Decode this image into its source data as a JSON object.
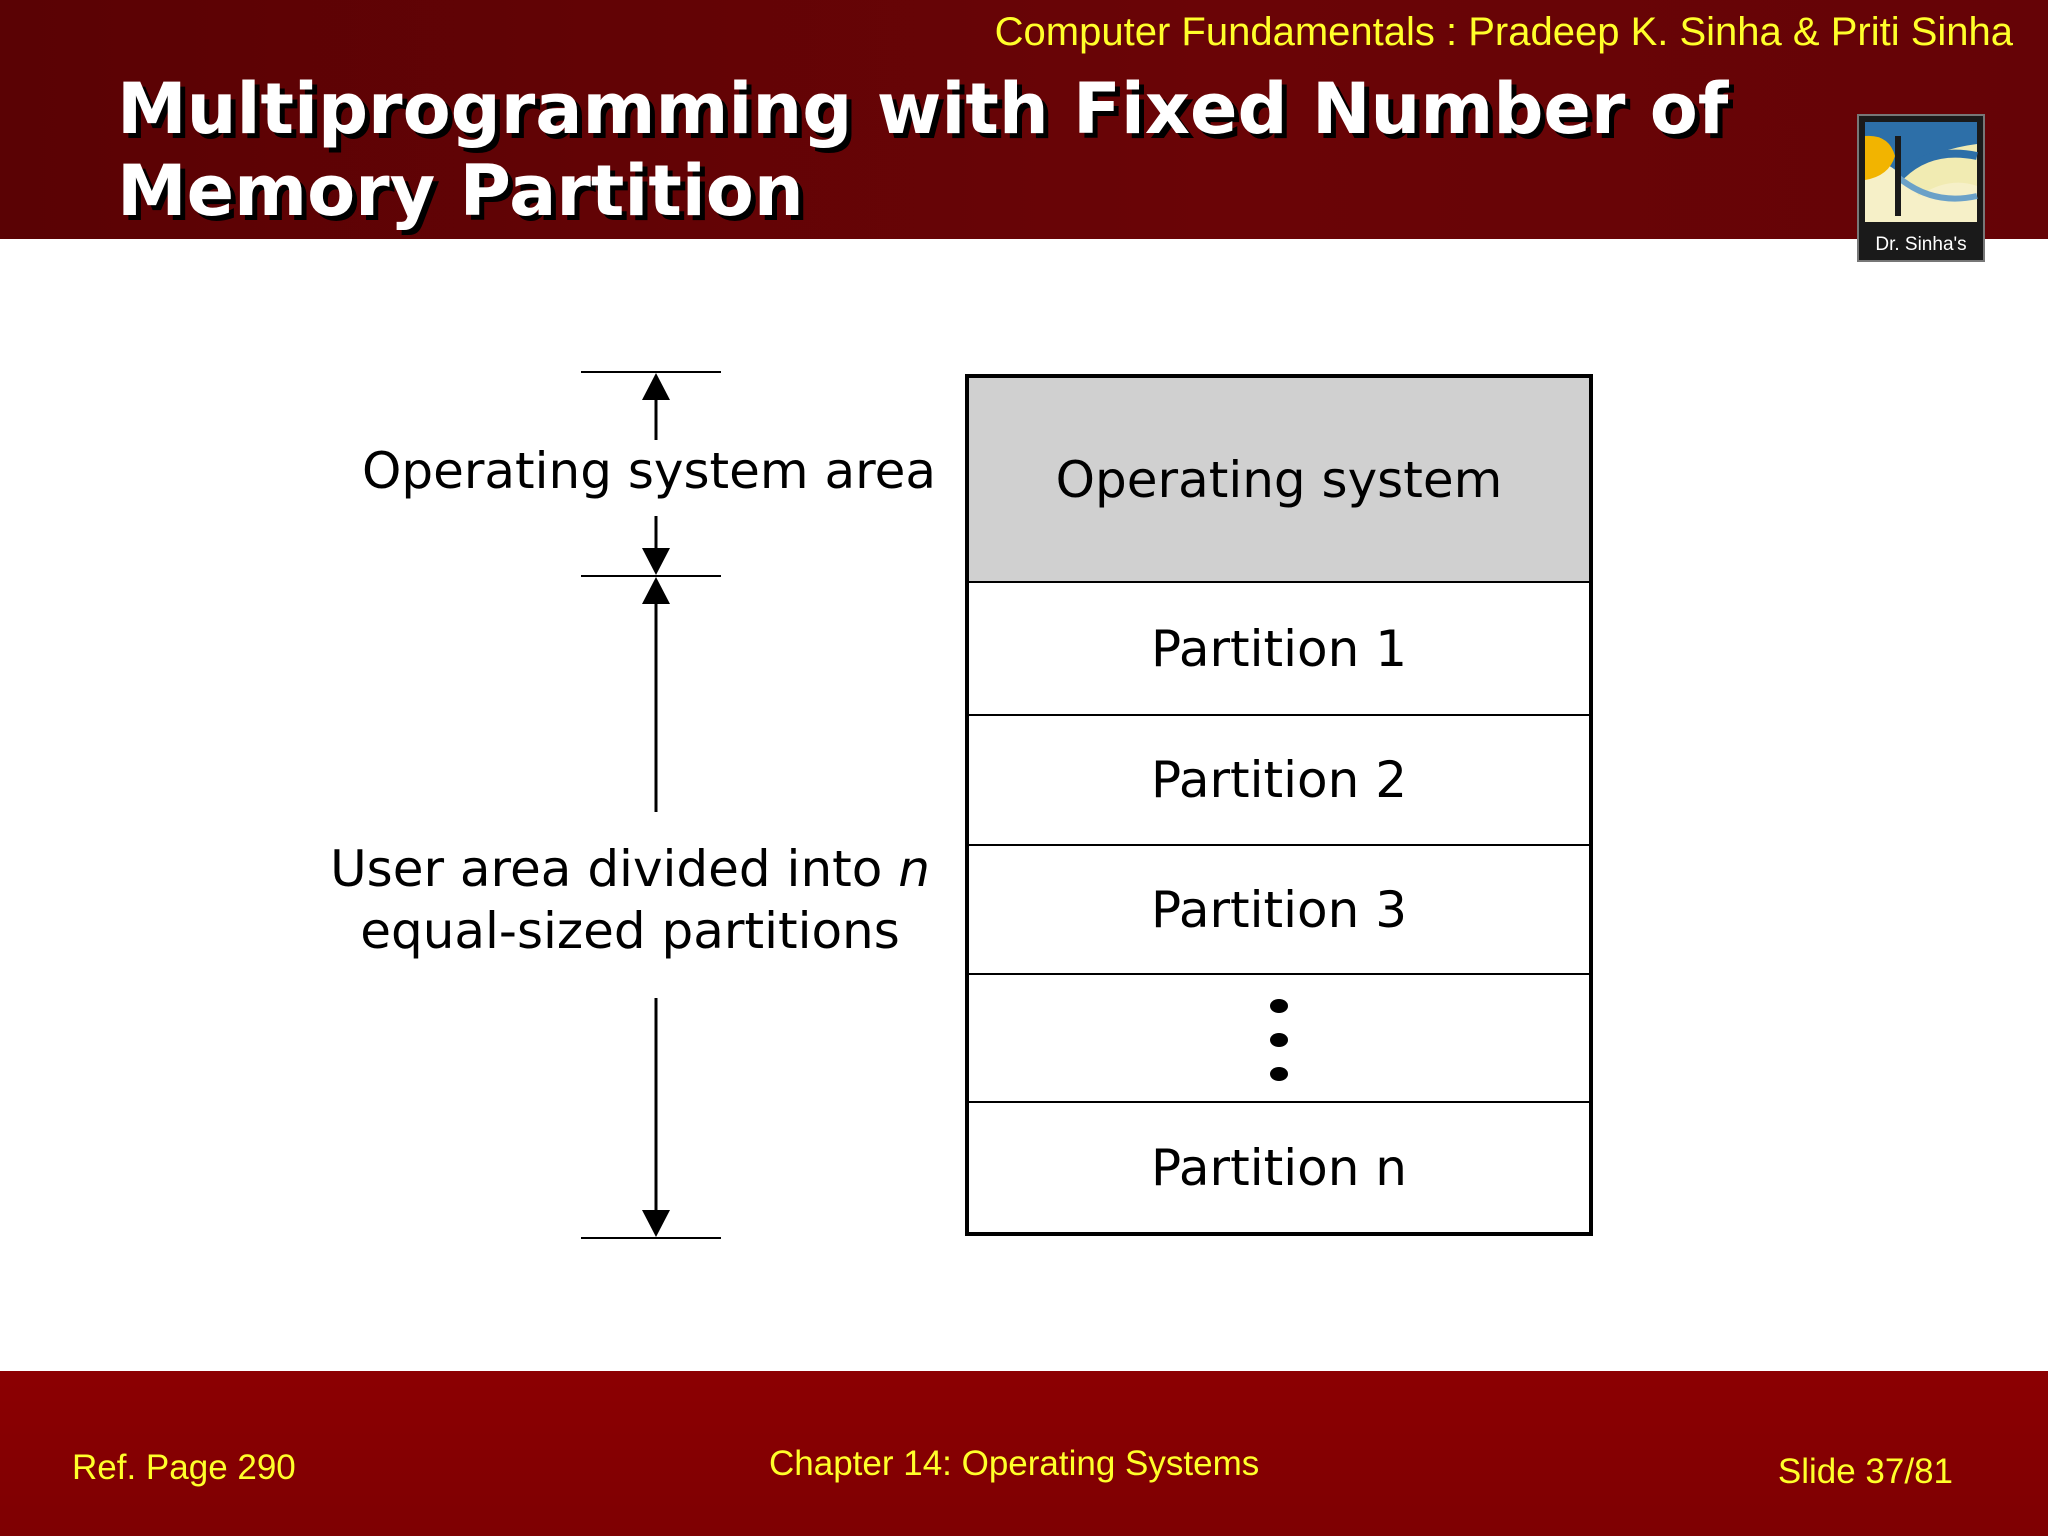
{
  "header": {
    "credit": "Computer Fundamentals : Pradeep K. Sinha & Priti Sinha",
    "title_line1": "Multiprogramming with Fixed Number of",
    "title_line2": "Memory Partition",
    "logo_text": "Dr. Sinha's"
  },
  "diagram": {
    "os_area_label": "Operating system area",
    "user_area_label_prefix": "User area divided into ",
    "user_area_label_var": "n",
    "user_area_label_line2": "equal-sized partitions",
    "blocks": [
      {
        "label": "Operating system"
      },
      {
        "label": "Partition 1"
      },
      {
        "label": "Partition 2"
      },
      {
        "label": "Partition 3"
      },
      {
        "label": ""
      },
      {
        "label": "Partition n"
      }
    ]
  },
  "footer": {
    "ref_page": "Ref. Page  290",
    "chapter": "Chapter 14: Operating Systems",
    "slide": "Slide 37/81"
  },
  "colors": {
    "header_bg": "#650306",
    "footer_bg": "#8c0002",
    "accent_text": "#ffff2a",
    "os_block": "#d0d0d0"
  }
}
